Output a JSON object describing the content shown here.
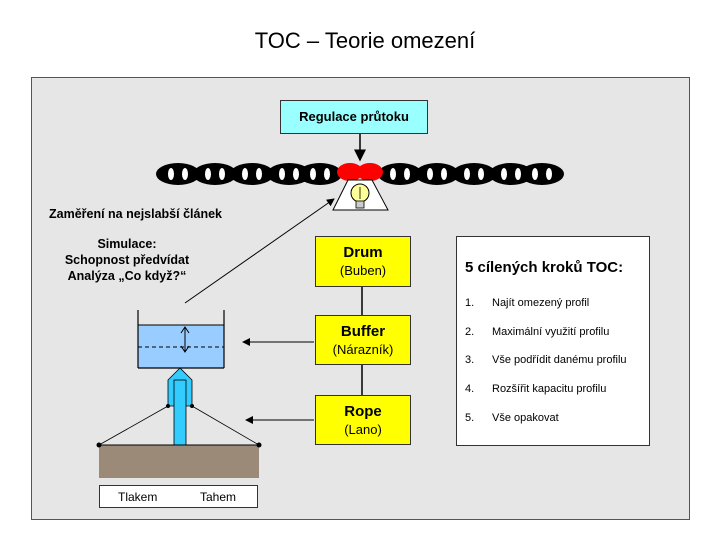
{
  "title": "TOC – Teorie omezení",
  "flow_control": "Regulace průtoku",
  "focus_label": "Zaměření na nejslabší článek",
  "simulation": {
    "line1": "Simulace:",
    "line2": "Schopnost předvídat",
    "line3": "Analýza „Co když?“"
  },
  "boxes": {
    "drum": {
      "main": "Drum",
      "sub": "(Buben)"
    },
    "buffer": {
      "main": "Buffer",
      "sub": "(Nárazník)"
    },
    "rope": {
      "main": "Rope",
      "sub": "(Lano)"
    }
  },
  "steps": {
    "heading": "5 cílených kroků TOC:",
    "items": [
      {
        "num": "1.",
        "text": "Najít omezený profil"
      },
      {
        "num": "2.",
        "text": "Maximální využití profilu"
      },
      {
        "num": "3.",
        "text": "Vše podřídit danému profilu"
      },
      {
        "num": "4.",
        "text": "Rozšířit kapacitu profilu"
      },
      {
        "num": "5.",
        "text": "Vše opakovat"
      }
    ]
  },
  "force_labels": {
    "push": "Tlakem",
    "pull": "Tahem"
  },
  "colors": {
    "panel": "#e6e6e6",
    "yellow_box": "#ffff00",
    "flow_box": "#99ffff",
    "chain_link": "#000000",
    "weak_link": "#ff0000",
    "tank_water": "#99ccff",
    "pipe": "#33ccff",
    "ground": "#9c8a78"
  },
  "icons": [
    "chain-icon",
    "light-bulb-icon",
    "tank-icon"
  ]
}
